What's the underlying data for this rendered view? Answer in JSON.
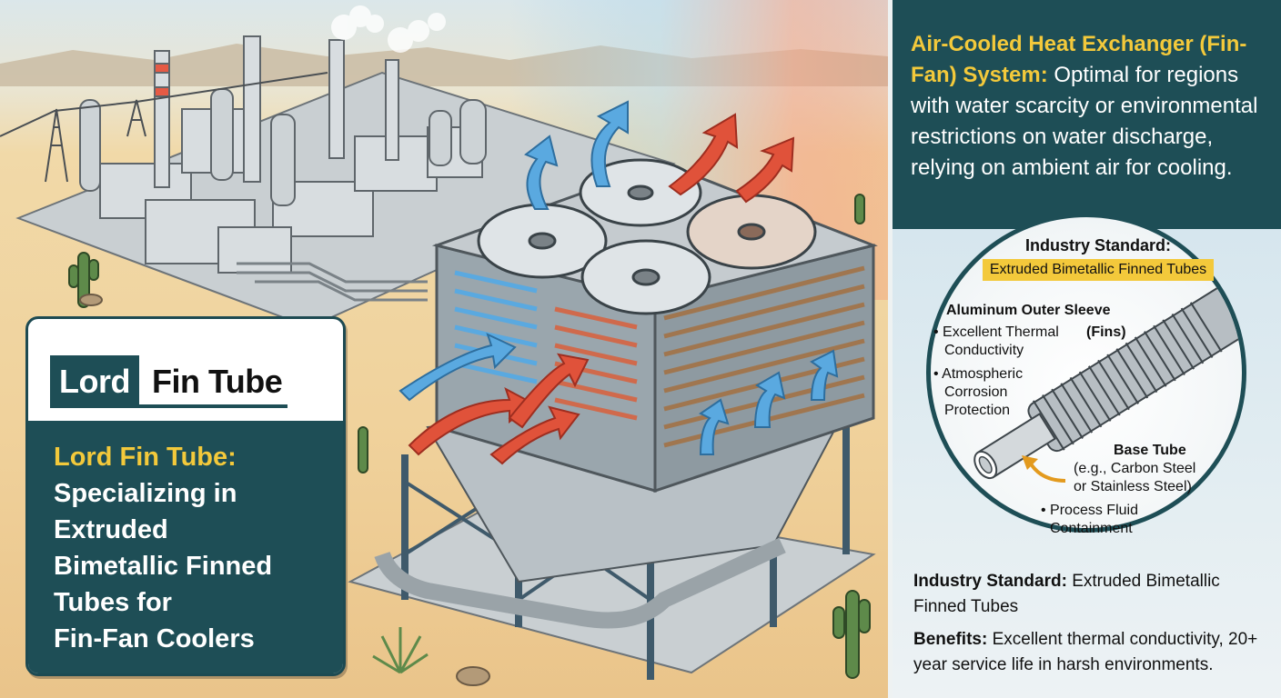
{
  "brand": {
    "logo_part1": "Lord",
    "logo_part2": "Fin Tube",
    "title": "Lord Fin Tube:",
    "lines": [
      "Specializing in",
      "Extruded",
      "Bimetallic Finned",
      "Tubes for",
      "Fin-Fan Coolers"
    ]
  },
  "top_panel": {
    "title": "Air-Cooled Heat Exchanger (Fin-Fan) System:",
    "body": "Optimal for regions with water scarcity or environmental restrictions on water discharge, relying on ambient air for cooling."
  },
  "callout": {
    "header_title": "Industry Standard:",
    "header_sub": "Extruded Bimetallic Finned Tubes",
    "outer_label": "Aluminum Outer Sleeve",
    "outer_items": [
      "• Excellent Thermal",
      "Conductivity",
      "• Atmospheric",
      "Corrosion",
      "Protection"
    ],
    "fins_label": "(Fins)",
    "base_label": "Base Tube",
    "base_items": [
      "(e.g., Carbon Steel",
      "or Stainless Steel)"
    ],
    "fluid_items": [
      "• Process Fluid",
      "Containment"
    ]
  },
  "footnotes": {
    "standard_label": "Industry Standard:",
    "standard_text": "Extruded Bimetallic Finned Tubes",
    "benefits_label": "Benefits:",
    "benefits_text": "Excellent thermal conductivity, 20+ year service life in harsh environments."
  },
  "colors": {
    "teal": "#1e4e56",
    "gold": "#f3c93b",
    "cool_air": "#5aa9e0",
    "hot_air": "#e0523a"
  }
}
